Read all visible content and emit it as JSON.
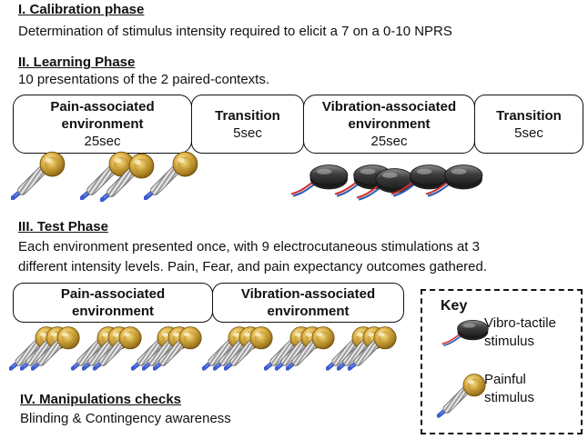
{
  "sections": {
    "calibration": {
      "heading": "I. Calibration phase",
      "description": "Determination of stimulus intensity required to elicit a 7 on a 0-10 NPRS"
    },
    "learning": {
      "heading": "II. Learning Phase",
      "description": "10 presentations of the 2 paired-contexts.",
      "boxes": [
        {
          "title": "Pain-associated environment",
          "duration": "25sec"
        },
        {
          "title": "Transition",
          "duration": "5sec"
        },
        {
          "title": "Vibration-associated environment",
          "duration": "25sec"
        },
        {
          "title": "Transition",
          "duration": "5sec"
        }
      ]
    },
    "test": {
      "heading": "III. Test Phase",
      "description_line1": "Each environment presented once, with 9 electrocutaneous stimulations at 3",
      "description_line2": "different intensity levels. Pain, Fear, and pain expectancy outcomes gathered.",
      "boxes": [
        {
          "title": "Pain-associated environment"
        },
        {
          "title": "Vibration-associated environment"
        }
      ]
    },
    "manipulation": {
      "heading": "IV. Manipulations checks",
      "description": "Blinding & Contingency awareness"
    }
  },
  "key": {
    "title": "Key",
    "vibro_label_line1": "Vibro-tactile",
    "vibro_label_line2": "stimulus",
    "painful_label_line1": "Painful",
    "painful_label_line2": "stimulus"
  },
  "colors": {
    "electrode_gold": "#d4a43a",
    "motor_dark": "#3a3a3a",
    "wire_red": "#d0342c",
    "wire_blue": "#2f5fb8",
    "cable_blue": "#3b5bd0"
  },
  "icons": {
    "painful": "painful-electrode-icon",
    "vibro": "vibro-tactile-motor-icon"
  }
}
